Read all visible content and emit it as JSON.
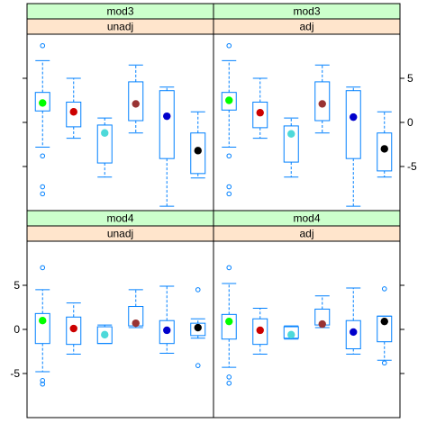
{
  "chart_data": {
    "type": "boxplot",
    "layout": "2x2 trellis",
    "ylim": [
      -10,
      10
    ],
    "yticks": [
      -5,
      0,
      5
    ],
    "colors": {
      "strip_outer": "#ccffcc",
      "strip_inner": "#ffe5cc",
      "box": "#0080ff",
      "mean_points": [
        "#00ff00",
        "#cc0000",
        "#4dd9d9",
        "#993333",
        "#0000cc",
        "#000000"
      ]
    },
    "panels": [
      {
        "strip_outer": "mod3",
        "strip_inner": "unadj",
        "boxes": [
          {
            "q1": 1.3,
            "median": 2.2,
            "q3": 3.4,
            "whisker_low": -2.8,
            "whisker_high": 7.0,
            "outliers": [
              8.7,
              -3.8,
              -7.3,
              -8.1
            ],
            "mean": 2.2
          },
          {
            "q1": -0.5,
            "median": 1.2,
            "q3": 2.3,
            "whisker_low": -1.8,
            "whisker_high": 5.0,
            "outliers": [],
            "mean": 1.2
          },
          {
            "q1": -4.6,
            "median": -1.2,
            "q3": -0.3,
            "whisker_low": -6.2,
            "whisker_high": 0.5,
            "outliers": [],
            "mean": -1.2
          },
          {
            "q1": 0.2,
            "median": 1.9,
            "q3": 4.6,
            "whisker_low": -1.2,
            "whisker_high": 6.5,
            "outliers": [],
            "mean": 2.1
          },
          {
            "q1": -4.1,
            "median": 3.3,
            "q3": 3.6,
            "whisker_low": -9.5,
            "whisker_high": 4.0,
            "outliers": [],
            "mean": 0.7
          },
          {
            "q1": -5.8,
            "median": -3.3,
            "q3": -1.2,
            "whisker_low": -6.3,
            "whisker_high": 1.2,
            "outliers": [],
            "mean": -3.2
          }
        ]
      },
      {
        "strip_outer": "mod3",
        "strip_inner": "adj",
        "boxes": [
          {
            "q1": 1.4,
            "median": 2.2,
            "q3": 3.4,
            "whisker_low": -2.8,
            "whisker_high": 7.0,
            "outliers": [
              8.7,
              -3.8,
              -7.3,
              -8.1
            ],
            "mean": 2.5
          },
          {
            "q1": -0.6,
            "median": 1.0,
            "q3": 2.3,
            "whisker_low": -1.8,
            "whisker_high": 5.0,
            "outliers": [],
            "mean": 1.1
          },
          {
            "q1": -4.5,
            "median": -1.2,
            "q3": -0.4,
            "whisker_low": -6.2,
            "whisker_high": 0.5,
            "outliers": [],
            "mean": -1.3
          },
          {
            "q1": 0.2,
            "median": 1.9,
            "q3": 4.6,
            "whisker_low": -1.2,
            "whisker_high": 6.5,
            "outliers": [],
            "mean": 2.1
          },
          {
            "q1": -4.1,
            "median": 3.3,
            "q3": 3.6,
            "whisker_low": -9.5,
            "whisker_high": 4.0,
            "outliers": [],
            "mean": 0.6
          },
          {
            "q1": -5.5,
            "median": -2.9,
            "q3": -1.2,
            "whisker_low": -6.2,
            "whisker_high": 1.2,
            "outliers": [],
            "mean": -3.0
          }
        ]
      },
      {
        "strip_outer": "mod4",
        "strip_inner": "unadj",
        "boxes": [
          {
            "q1": -1.6,
            "median": 0.8,
            "q3": 1.8,
            "whisker_low": -4.8,
            "whisker_high": 4.5,
            "outliers": [
              7.0,
              -5.8,
              -6.2
            ],
            "mean": 1.0
          },
          {
            "q1": -1.7,
            "median": 0.2,
            "q3": 1.4,
            "whisker_low": -2.8,
            "whisker_high": 3.0,
            "outliers": [],
            "mean": 0.1
          },
          {
            "q1": -1.6,
            "median": -0.3,
            "q3": 0.3,
            "whisker_low": -1.6,
            "whisker_high": 0.5,
            "outliers": [],
            "mean": -0.6
          },
          {
            "q1": 0.4,
            "median": 0.9,
            "q3": 2.6,
            "whisker_low": 0.2,
            "whisker_high": 4.5,
            "outliers": [],
            "mean": 0.7
          },
          {
            "q1": -1.6,
            "median": 0.0,
            "q3": 1.0,
            "whisker_low": -2.7,
            "whisker_high": 4.9,
            "outliers": [],
            "mean": -0.1
          },
          {
            "q1": -0.7,
            "median": 0.1,
            "q3": 0.7,
            "whisker_low": -1.0,
            "whisker_high": 1.2,
            "outliers": [
              4.5,
              -4.1
            ],
            "mean": 0.2
          }
        ]
      },
      {
        "strip_outer": "mod4",
        "strip_inner": "adj",
        "boxes": [
          {
            "q1": -1.1,
            "median": 0.7,
            "q3": 1.7,
            "whisker_low": -4.3,
            "whisker_high": 5.2,
            "outliers": [
              7.0,
              -5.4,
              -6.1
            ],
            "mean": 0.9
          },
          {
            "q1": -1.7,
            "median": -0.1,
            "q3": 1.2,
            "whisker_low": -2.8,
            "whisker_high": 2.4,
            "outliers": [],
            "mean": -0.1
          },
          {
            "q1": -1.0,
            "median": -0.4,
            "q3": 0.3,
            "whisker_low": -1.1,
            "whisker_high": 0.4,
            "outliers": [],
            "mean": -0.6
          },
          {
            "q1": 0.5,
            "median": 0.9,
            "q3": 2.3,
            "whisker_low": 0.2,
            "whisker_high": 3.8,
            "outliers": [],
            "mean": 0.6
          },
          {
            "q1": -2.2,
            "median": -0.3,
            "q3": 1.0,
            "whisker_low": -2.8,
            "whisker_high": 4.7,
            "outliers": [],
            "mean": -0.3
          },
          {
            "q1": -1.4,
            "median": 0.6,
            "q3": 1.5,
            "whisker_low": -3.5,
            "whisker_high": 1.5,
            "outliers": [
              4.6,
              -3.8
            ],
            "mean": 0.9
          }
        ]
      }
    ]
  }
}
